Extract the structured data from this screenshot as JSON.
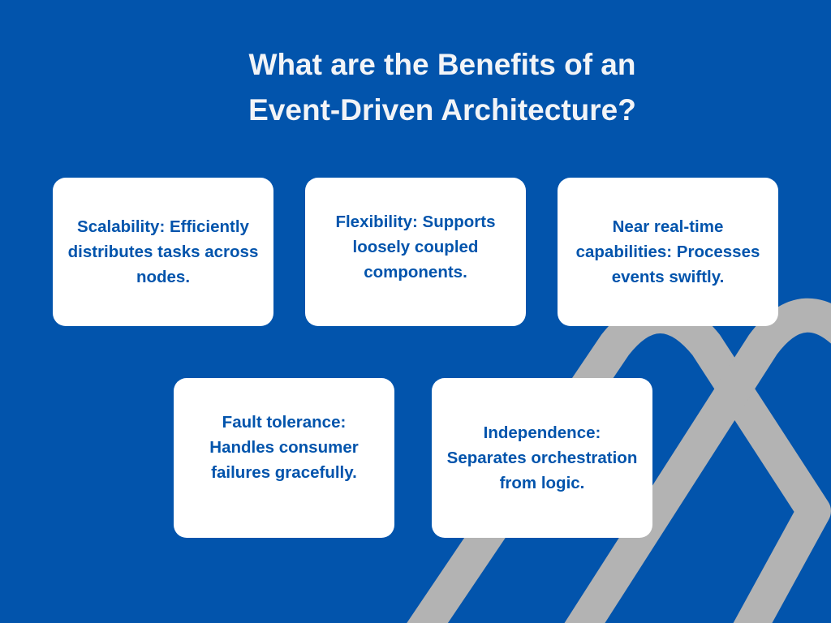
{
  "title": {
    "line1": "What are the Benefits of an",
    "line2": "Event-Driven Architecture?"
  },
  "cards": [
    {
      "text": "Scalability: Efficiently distributes tasks across nodes."
    },
    {
      "text": "Flexibility: Supports loosely coupled components."
    },
    {
      "text": "Near real-time capabilities: Processes events swiftly."
    },
    {
      "text": "Fault tolerance: Handles consumer failures gracefully."
    },
    {
      "text": "Independence: Separates orchestration from logic."
    }
  ],
  "colors": {
    "background": "#0254ac",
    "card": "#ffffff",
    "accent_shape": "#b3b3b3"
  }
}
